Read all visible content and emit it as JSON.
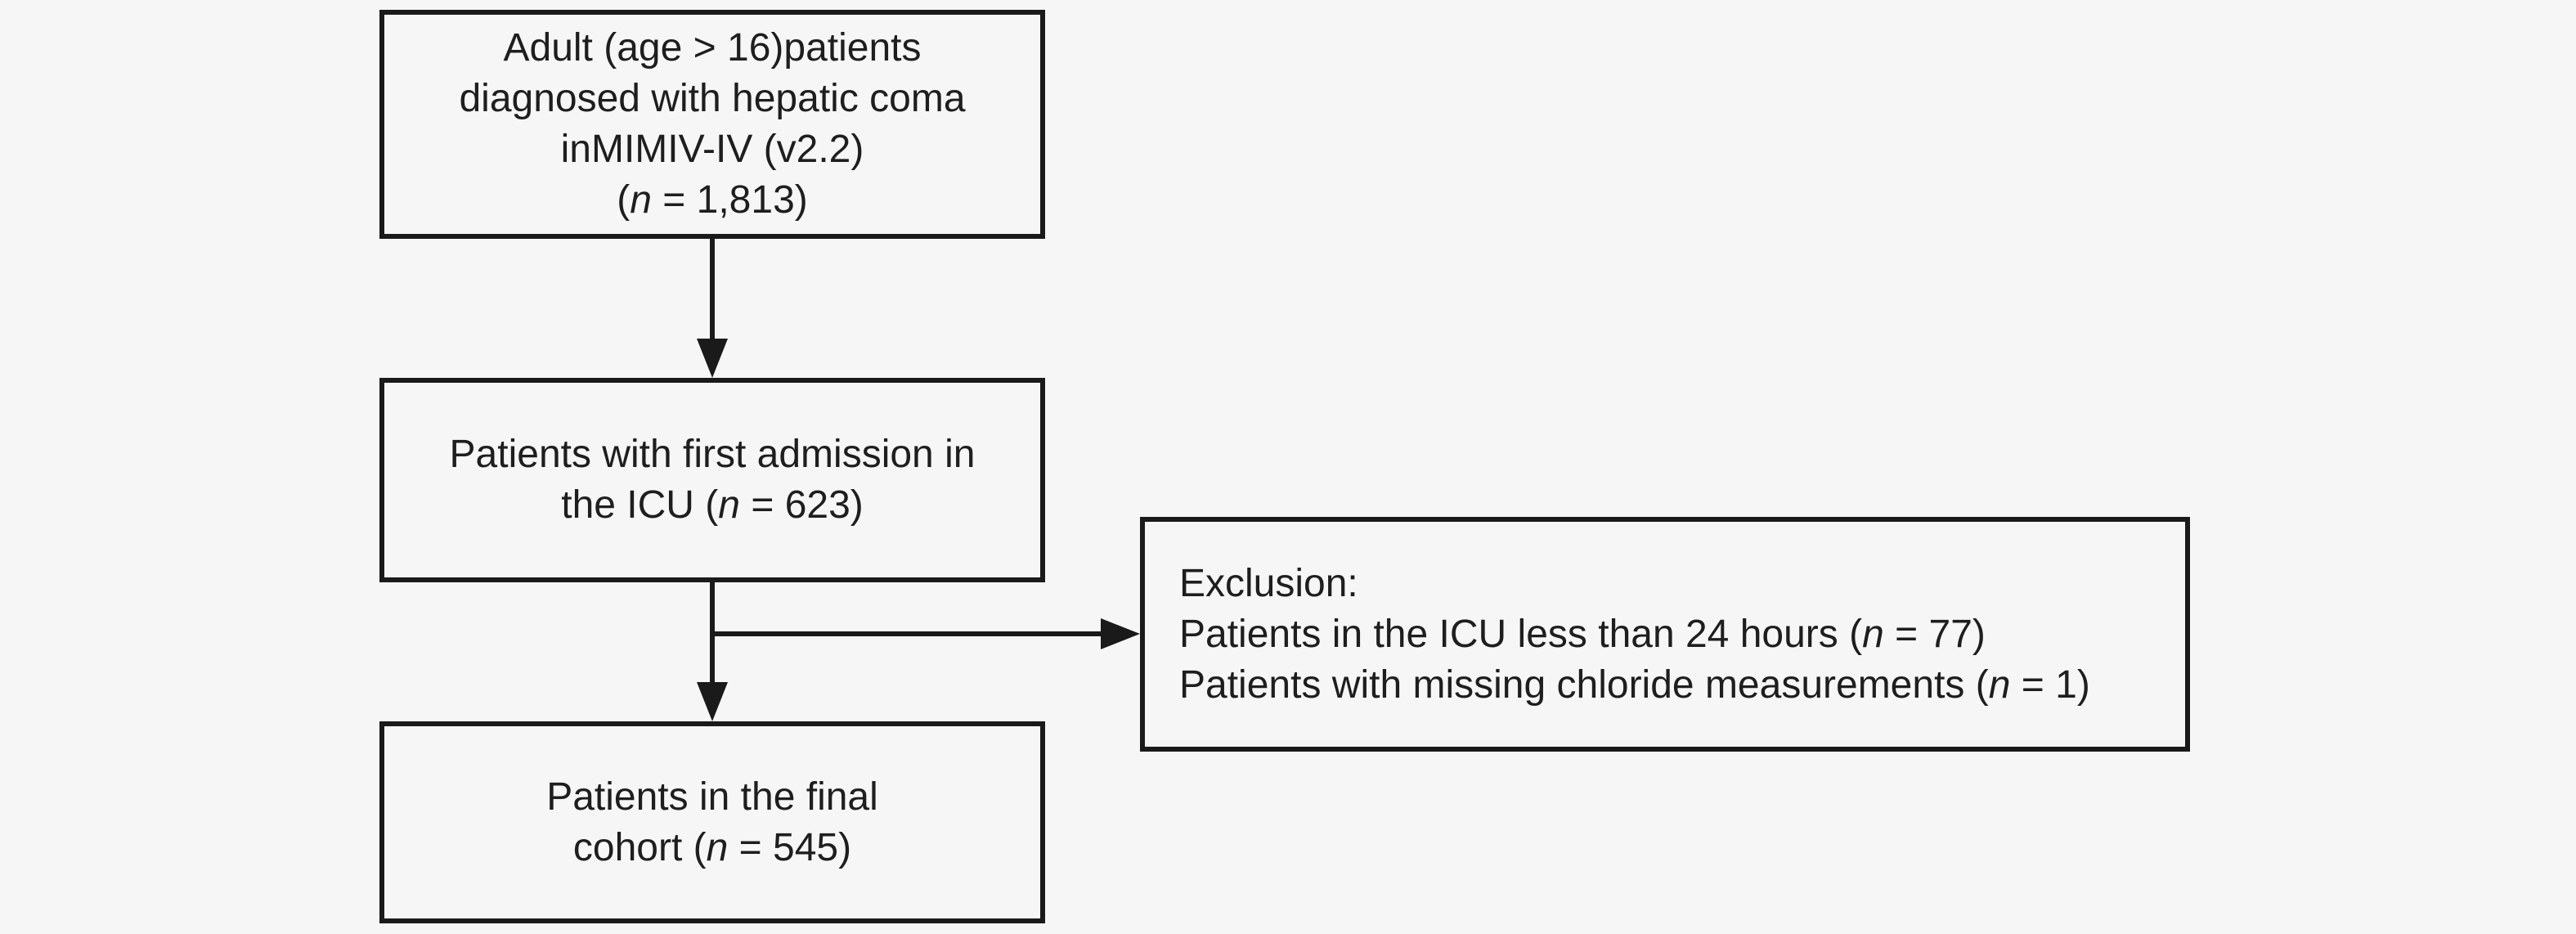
{
  "page": {
    "background": "#f6f6f6",
    "line_color": "#1a1a1a",
    "text_color": "#1e1e1e"
  },
  "flowchart": {
    "boxes": {
      "population": {
        "lines": [
          "Adult (age > 16)patients",
          "diagnosed with hepatic coma",
          "inMIMIV-IV (v2.2)",
          "(n = 1,813)"
        ],
        "count": "1,813"
      },
      "first_admission": {
        "lines": [
          "Patients with first admission in",
          "the ICU (n = 623)"
        ],
        "count": "623"
      },
      "exclusion": {
        "lines": [
          "Exclusion:",
          "Patients in the ICU less than 24 hours (n = 77)",
          "Patients with missing chloride measurements (n = 1)"
        ],
        "counts": [
          "77",
          "1"
        ]
      },
      "final_cohort": {
        "lines": [
          "Patients in the final",
          "cohort (n = 545)"
        ],
        "count": "545"
      }
    }
  }
}
